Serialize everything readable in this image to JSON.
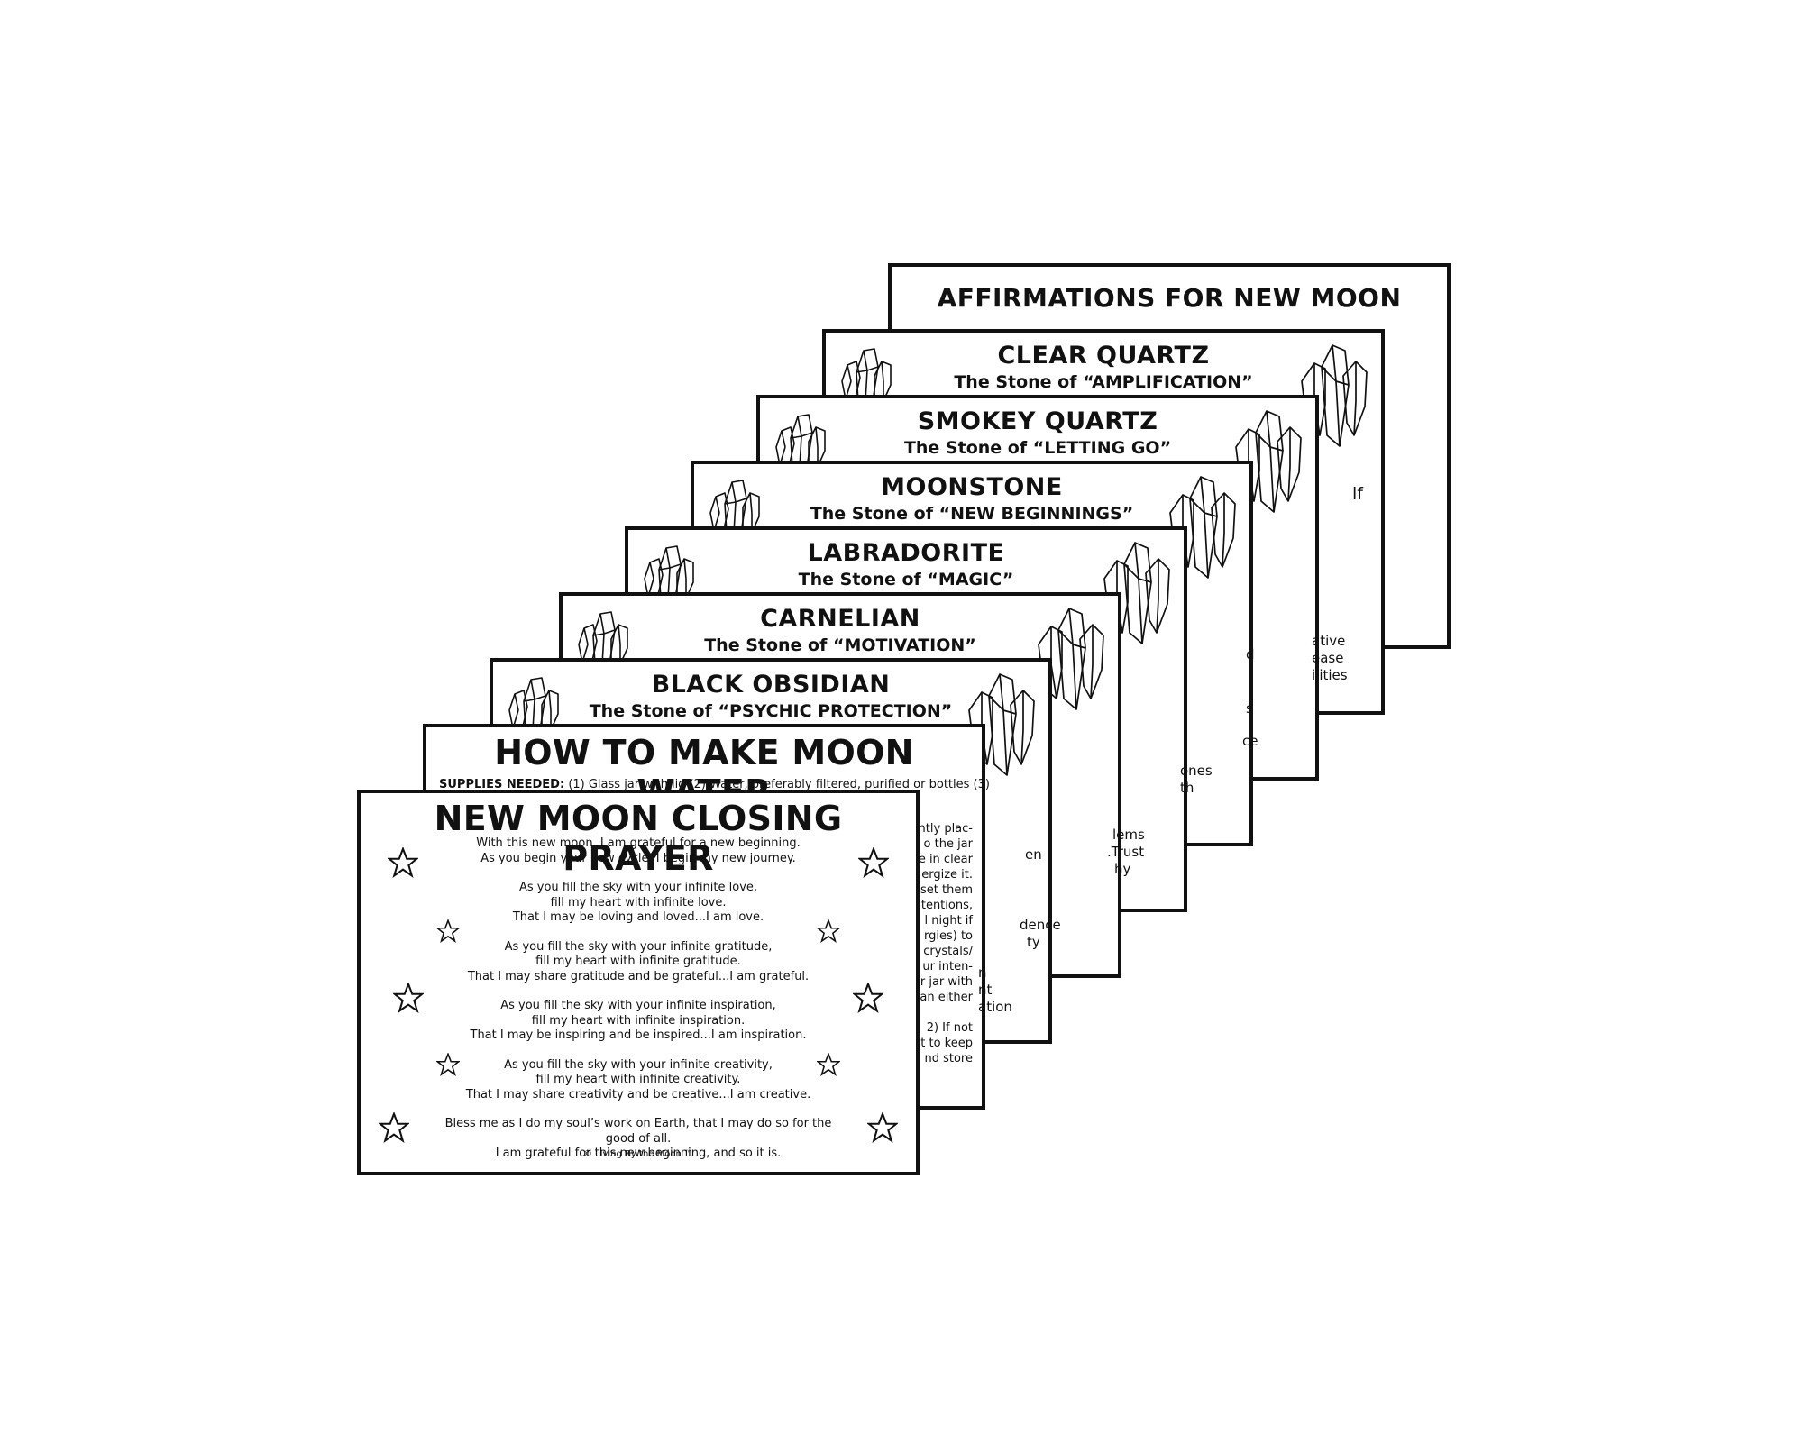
{
  "cards": {
    "affirmations": {
      "title": "AFFIRMATIONS FOR NEW MOON"
    },
    "clear_quartz": {
      "title": "CLEAR QUARTZ",
      "subtitle": "The Stone of “AMPLIFICATION”",
      "visible_fragments": [
        "lf"
      ]
    },
    "smokey_quartz": {
      "title": "SMOKEY QUARTZ",
      "subtitle": "The Stone of “LETTING GO”",
      "visible_fragments": [
        "ative",
        "ease",
        "ilities"
      ]
    },
    "moonstone": {
      "title": "MOONSTONE",
      "subtitle": "The Stone of “NEW BEGINNINGS”",
      "visible_fragments": [
        "d",
        "s",
        "ce"
      ]
    },
    "labradorite": {
      "title": "LABRADORITE",
      "subtitle": "The Stone of “MAGIC”",
      "visible_fragments": [
        "ones",
        "th"
      ]
    },
    "carnelian": {
      "title": "CARNELIAN",
      "subtitle": "The Stone of “MOTIVATION”",
      "visible_fragments": [
        "lems",
        ".Trust",
        "hy"
      ]
    },
    "black_obsidian": {
      "title": "BLACK OBSIDIAN",
      "subtitle": "The Stone of “PSYCHIC PROTECTION”",
      "visible_fragments": [
        "en",
        "dence",
        "ty"
      ]
    },
    "moon_water": {
      "title": "HOW TO MAKE MOON WATER",
      "supplies_label": "SUPPLIES NEEDED:",
      "supplies_text": "(1) Glass jar with lid (2) Water, preferably filtered, purified or bottles (3)",
      "visible_fragments": [
        "ntly plac-",
        "o the jar",
        "e in clear",
        "ergize it.",
        "set them",
        "tentions,",
        "l night if",
        "rgies) to",
        "crystals/",
        "ur inten-",
        "r jar with",
        "an either",
        "",
        "2) If not",
        "t to keep",
        "nd store"
      ],
      "left_fragments": [
        "n",
        "nt",
        "ation"
      ]
    },
    "closing_prayer": {
      "title": "NEW MOON CLOSING PRAYER",
      "stanzas": [
        [
          "With this new moon, I am grateful for a new beginning.",
          "As you begin your new cycle, I begin my new journey."
        ],
        [
          "As you fill the sky with your infinite love,",
          "fill my heart with infinite love.",
          "That I may be loving and loved...I am love."
        ],
        [
          "As you fill the sky with your infinite gratitude,",
          "fill my heart with infinite gratitude.",
          "That I may share gratitude and be grateful...I am grateful."
        ],
        [
          "As you fill the sky with your infinite inspiration,",
          "fill my heart with infinite inspiration.",
          "That I may be inspiring and be inspired...I am inspiration."
        ],
        [
          "As you fill the sky with your infinite creativity,",
          "fill my heart with infinite creativity.",
          "That I may share creativity and be creative...I am creative."
        ],
        [
          "Bless me as I do my soul’s work on Earth, that I may do so for the good of all.",
          "I am grateful for this new beginning, and so it is."
        ]
      ],
      "copyright": "© Living By the Moon ™"
    }
  },
  "icons": {
    "crystal": "crystal-cluster-icon",
    "star": "star-outline-icon"
  },
  "colors": {
    "ink": "#111111",
    "background": "#ffffff"
  }
}
